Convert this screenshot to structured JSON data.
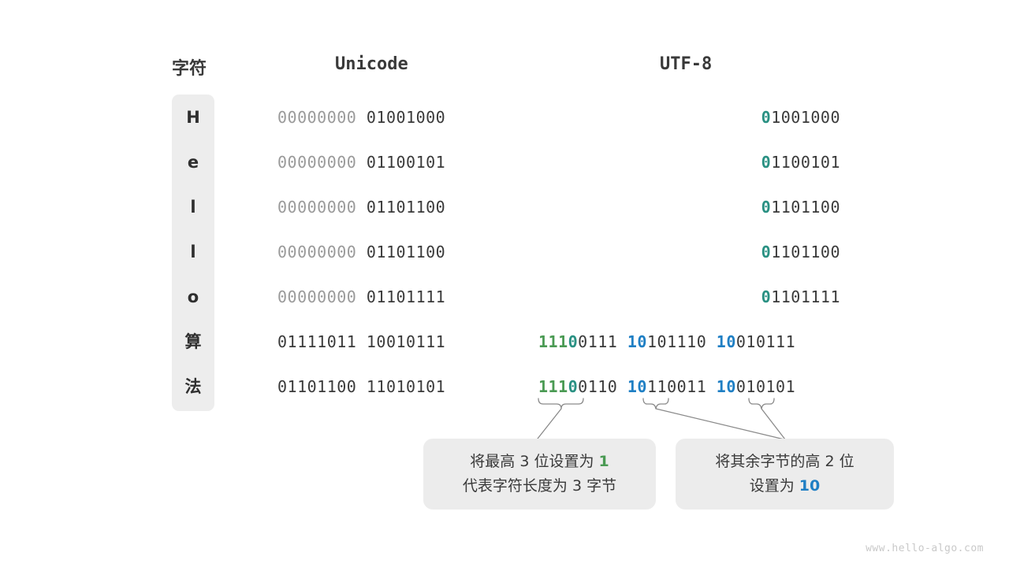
{
  "headers": {
    "char": "字符",
    "unicode": "Unicode",
    "utf8": "UTF-8"
  },
  "colors": {
    "green": "#4a9a53",
    "blue": "#1f7fc4",
    "teal": "#2a9183",
    "dim": "#9a9a9a",
    "dark": "#3a3a3a",
    "panel": "#ededed"
  },
  "rows": [
    {
      "char": "H",
      "unicode_high": "00000000",
      "unicode_low": "01001000",
      "utf8_bytes": [
        {
          "marker": "0",
          "marker_color": "teal",
          "rest": "1001000"
        }
      ]
    },
    {
      "char": "e",
      "unicode_high": "00000000",
      "unicode_low": "01100101",
      "utf8_bytes": [
        {
          "marker": "0",
          "marker_color": "teal",
          "rest": "1100101"
        }
      ]
    },
    {
      "char": "l",
      "unicode_high": "00000000",
      "unicode_low": "01101100",
      "utf8_bytes": [
        {
          "marker": "0",
          "marker_color": "teal",
          "rest": "1101100"
        }
      ]
    },
    {
      "char": "l",
      "unicode_high": "00000000",
      "unicode_low": "01101100",
      "utf8_bytes": [
        {
          "marker": "0",
          "marker_color": "teal",
          "rest": "1101100"
        }
      ]
    },
    {
      "char": "o",
      "unicode_high": "00000000",
      "unicode_low": "01101111",
      "utf8_bytes": [
        {
          "marker": "0",
          "marker_color": "teal",
          "rest": "1101111"
        }
      ]
    },
    {
      "char": "算",
      "unicode_high": "01111011",
      "unicode_low": "10010111",
      "utf8_bytes": [
        {
          "marker": "1110",
          "marker_color": "green-teal",
          "rest": "0111"
        },
        {
          "marker": "10",
          "marker_color": "blue",
          "rest": "101110"
        },
        {
          "marker": "10",
          "marker_color": "blue",
          "rest": "010111"
        }
      ]
    },
    {
      "char": "法",
      "unicode_high": "01101100",
      "unicode_low": "11010101",
      "utf8_bytes": [
        {
          "marker": "1110",
          "marker_color": "green-teal",
          "rest": "0110"
        },
        {
          "marker": "10",
          "marker_color": "blue",
          "rest": "110011"
        },
        {
          "marker": "10",
          "marker_color": "blue",
          "rest": "010101"
        }
      ]
    }
  ],
  "callouts": [
    {
      "line1_a": "将最高 ",
      "line1_n": "3",
      "line1_b": " 位设置为 ",
      "line1_hl": "1",
      "line1_hl_color": "green",
      "line2": "代表字符长度为 3 字节"
    },
    {
      "line1_a": "将其余字节的高 ",
      "line1_n": "2",
      "line1_b": " 位",
      "line1_hl": "",
      "line1_hl_color": "blue",
      "line2_a": "设置为 ",
      "line2_hl": "10",
      "line2_hl_color": "blue"
    }
  ],
  "watermark": "www.hello-algo.com"
}
